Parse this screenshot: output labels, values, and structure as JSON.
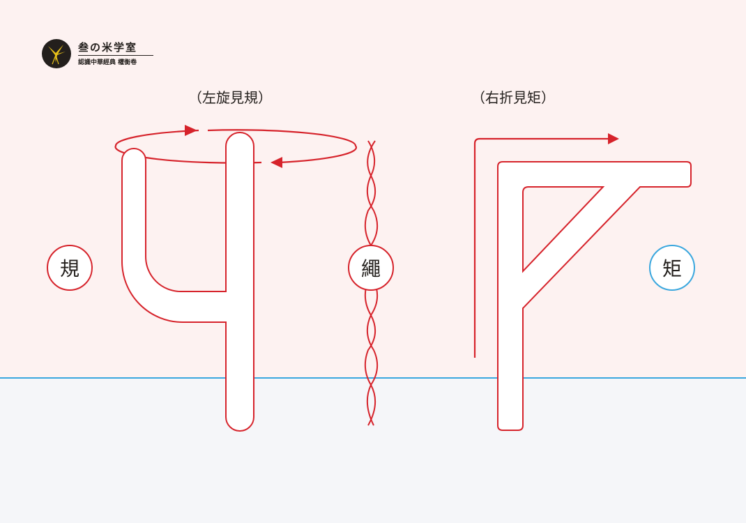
{
  "logo": {
    "title": "叁の米学室",
    "subtitle": "認識中華經典 權衡卷",
    "icon": "golden-bird-icon"
  },
  "captions": {
    "left": "（左旋見規）",
    "right": "（右折見矩）"
  },
  "labels": {
    "gui": "規",
    "sheng": "繩",
    "ju": "矩"
  },
  "colors": {
    "stroke_red": "#d6232b",
    "accent_blue": "#3aa7de",
    "background_top": "#fdf2f1",
    "background_bottom": "#f5f6f9",
    "ink": "#231f1c"
  },
  "icons": {
    "compass": "compass-tool-icon",
    "rope": "twisted-rope-icon",
    "square": "carpenter-square-icon",
    "rotation": "rotation-arrow-icon",
    "turn": "right-angle-arrow-icon"
  }
}
